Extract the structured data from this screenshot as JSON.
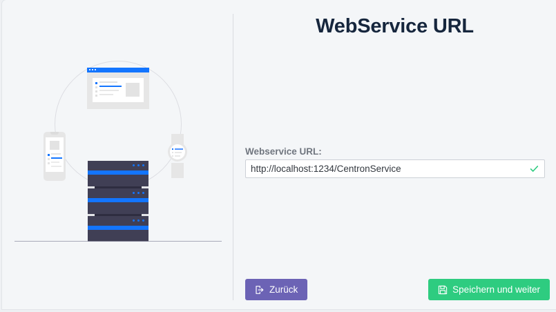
{
  "header": {
    "title": "WebService URL"
  },
  "form": {
    "url_label": "Webservice URL:",
    "url_value": "http://localhost:1234/CentronService",
    "url_placeholder": "http://localhost:1234/CentronService",
    "validation_icon": "check-icon",
    "validation_color": "#2ecc80"
  },
  "actions": {
    "back_label": "Zurück",
    "back_icon": "logout-arrow-icon",
    "back_color": "#6c63b5",
    "save_label": "Speichern und weiter",
    "save_icon": "floppy-disk-save-icon",
    "save_color": "#2ecc80"
  },
  "illustration": {
    "name": "webservice-devices-illustration",
    "devices": [
      "browser-window",
      "smartphone",
      "smartwatch",
      "server-stack"
    ],
    "accent_color": "#1375ff",
    "server_color": "#403f55",
    "device_color": "#e6e6e6"
  },
  "theme": {
    "page_background": "#f4f6f8",
    "title_color": "#16263d",
    "label_color": "#70767f",
    "divider_color": "#d9dbe0"
  }
}
